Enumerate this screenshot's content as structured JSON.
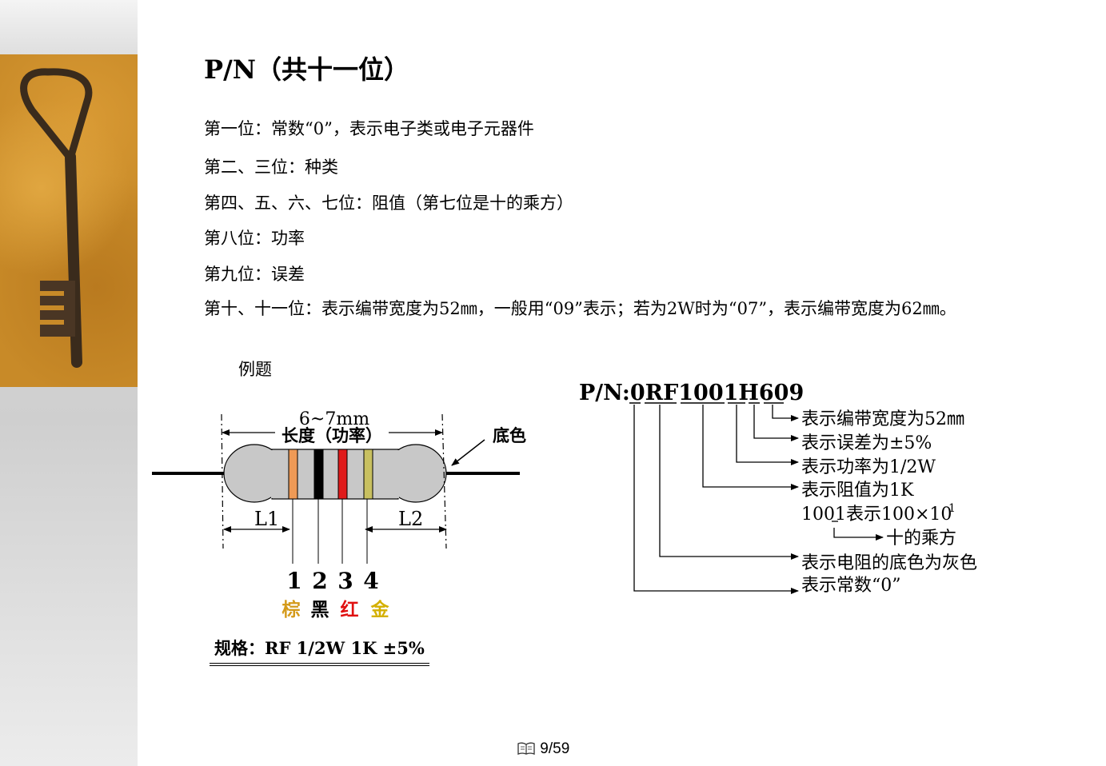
{
  "title": "P/N（共十一位）",
  "lines": [
    "第一位：常数“0”，表示电子类或电子元器件",
    "第二、三位：种类",
    "第四、五、六、七位：阻值（第七位是十的乘方）",
    "第八位：功率",
    "第九位：误差",
    "第十、十一位：表示编带宽度为52㎜，一般用“09”表示；若为2W时为“07”，表示编带宽度为62㎜。"
  ],
  "example": {
    "label": "例题",
    "dimension": "6~7mm",
    "length_label": "长度（功率）",
    "body_color_label": "底色",
    "l1": "L1",
    "l2": "L2",
    "band_numbers": [
      "1",
      "2",
      "3",
      "4"
    ],
    "band_colors": [
      {
        "name": "棕",
        "text_color": "#d49a1a",
        "band_color": "#ef9a56"
      },
      {
        "name": "黑",
        "text_color": "#000000",
        "band_color": "#000000"
      },
      {
        "name": "红",
        "text_color": "#e01010",
        "band_color": "#e01a1a"
      },
      {
        "name": "金",
        "text_color": "#d4b000",
        "band_color": "#c8c060"
      }
    ],
    "spec": "规格：RF   1/2W   1K   ±5%"
  },
  "pn_breakdown": {
    "code": "P/N:0RF1001H609",
    "annotations": [
      "表示编带宽度为52㎜",
      "表示误差为±5%",
      "表示功率为1/2W",
      "表示阻值为1K",
      "1001表示100×10",
      "十的乘方",
      "表示电阻的底色为灰色",
      "表示常数“0”"
    ],
    "superscript": "1"
  },
  "page_indicator": "9/59",
  "page_icon": "book-icon",
  "colors": {
    "resistor_body": "#c8c8c8",
    "sidebar_photo": "#c88a28"
  }
}
